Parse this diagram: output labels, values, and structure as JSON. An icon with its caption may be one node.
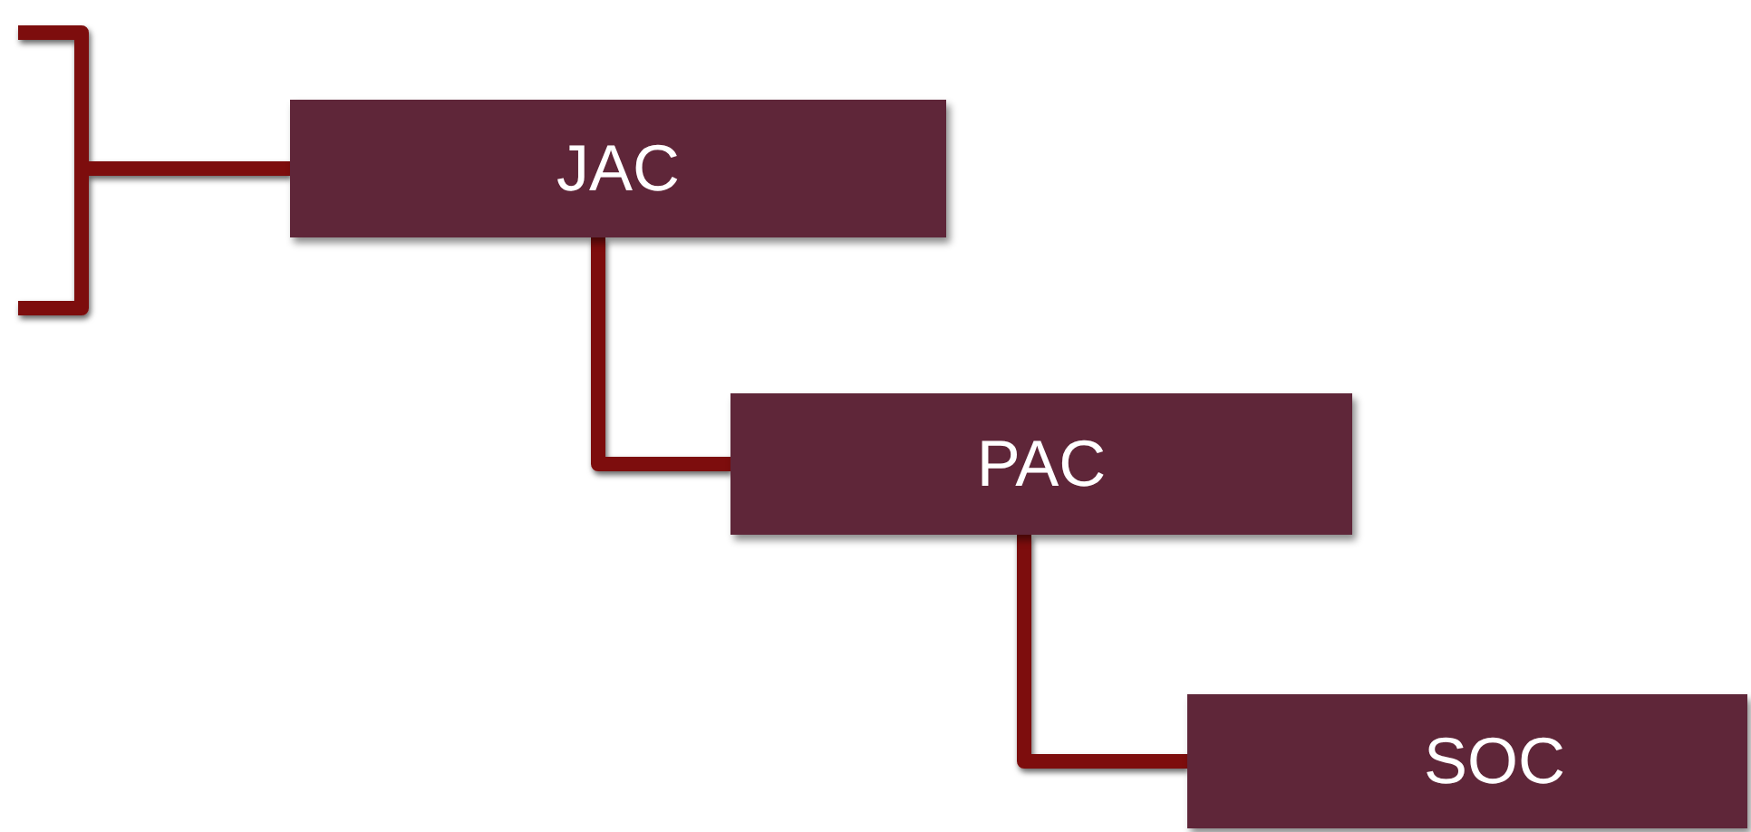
{
  "diagram": {
    "nodes": [
      {
        "text": [
          "JAC"
        ]
      },
      {
        "text": [
          "PAC"
        ]
      },
      {
        "text": [
          "SOC"
        ]
      }
    ],
    "edges": [
      {
        "from": null,
        "to": 0,
        "arrow": "none"
      },
      {
        "from": 0,
        "to": 1,
        "arrow": "none"
      },
      {
        "from": 1,
        "to": 2,
        "arrow": "none"
      }
    ]
  }
}
